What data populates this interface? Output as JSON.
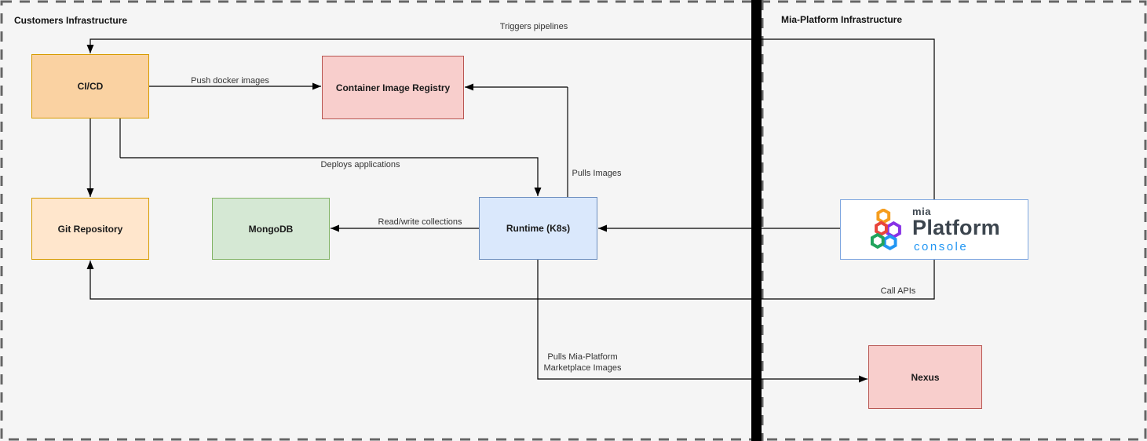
{
  "zones": {
    "customers": {
      "label": "Customers Infrastructure"
    },
    "mia_platform": {
      "label": "Mia-Platform Infrastructure"
    }
  },
  "nodes": {
    "cicd": {
      "label": "CI/CD",
      "fill": "#FAD2A2",
      "stroke": "#D79B00"
    },
    "registry": {
      "label": "Container Image Registry",
      "fill": "#F8CECC",
      "stroke": "#B85450"
    },
    "git": {
      "label": "Git Repository",
      "fill": "#FFE6CC",
      "stroke": "#D79B00"
    },
    "mongodb": {
      "label": "MongoDB",
      "fill": "#D5E8D4",
      "stroke": "#82B366"
    },
    "runtime": {
      "label": "Runtime (K8s)",
      "fill": "#DAE8FC",
      "stroke": "#6C8EBF"
    },
    "nexus": {
      "label": "Nexus",
      "fill": "#F8CECC",
      "stroke": "#B85450"
    }
  },
  "console_node": {
    "brand_top": "mia",
    "brand_main": "Platform",
    "brand_sub": "console",
    "border": "#7EA6E0",
    "text_color": "#3C454E",
    "sub_color": "#2196F3"
  },
  "logo": {
    "hexagons": [
      "#8832E6",
      "#F59D1E",
      "#E8453C",
      "#2196F3",
      "#21A45D"
    ]
  },
  "edges": {
    "triggers": {
      "label": "Triggers pipelines"
    },
    "push": {
      "label": "Push docker images"
    },
    "deploys": {
      "label": "Deploys applications"
    },
    "pulls_images": {
      "label": "Pulls Images"
    },
    "readwrite": {
      "label": "Read/write collections"
    },
    "call_apis": {
      "label": "Call APIs"
    },
    "marketplace": {
      "label": "Pulls Mia-Platform\nMarketplace Images"
    }
  },
  "colors": {
    "background": "#F5F5F5",
    "outer_border": "#666666",
    "divider": "#000000",
    "connector": "#000000",
    "connector_secondary": "#666666"
  }
}
